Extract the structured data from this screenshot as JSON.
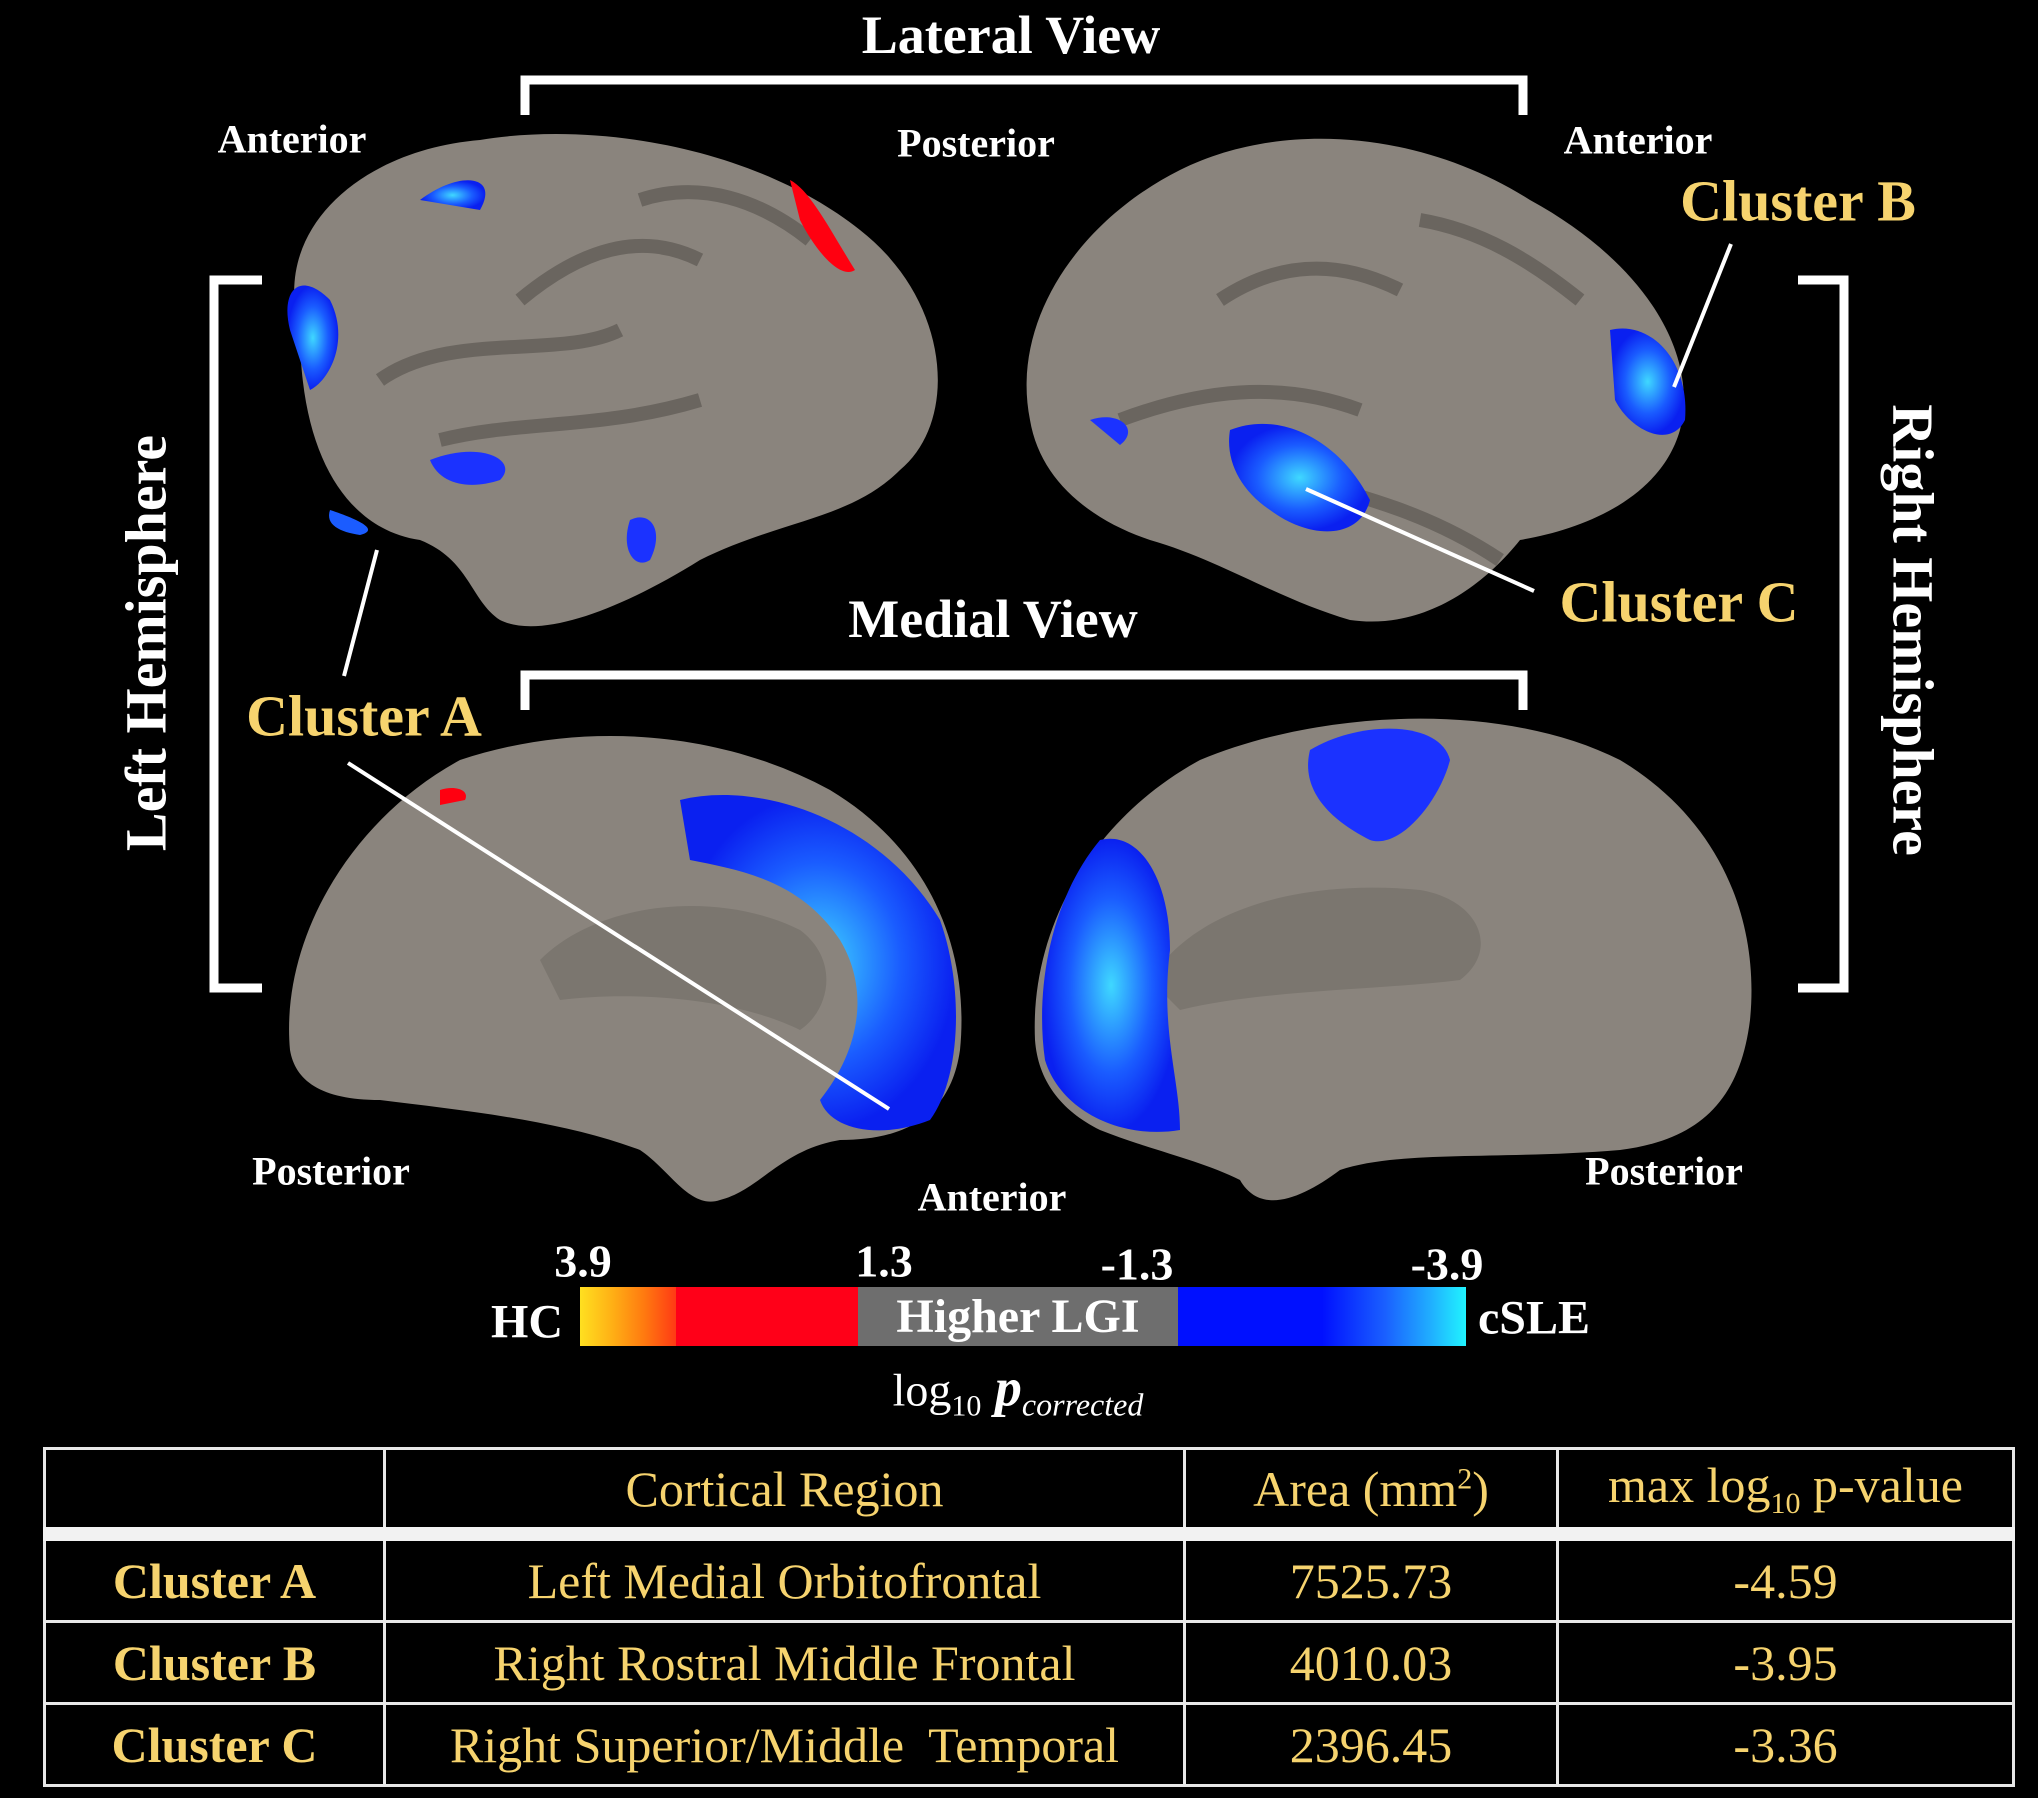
{
  "views": {
    "lateral": "Lateral View",
    "medial": "Medial View"
  },
  "directions": {
    "lateral_left_anterior": "Anterior",
    "lateral_posterior": "Posterior",
    "lateral_right_anterior": "Anterior",
    "medial_left_posterior": "Posterior",
    "medial_anterior": "Anterior",
    "medial_right_posterior": "Posterior"
  },
  "hemispheres": {
    "left": "Left Hemisphere",
    "right": "Right Hemisphere"
  },
  "clusters": {
    "a": "Cluster A",
    "b": "Cluster B",
    "c": "Cluster C"
  },
  "colorbar": {
    "ticks": [
      "3.9",
      "1.3",
      "-1.3",
      "-3.9"
    ],
    "left_label": "HC",
    "right_label": "cSLE",
    "center_label": "Higher LGI",
    "axis_label_base": "log",
    "axis_label_sub": "10",
    "axis_label_var": "p",
    "axis_label_varsub": "corrected",
    "colors": {
      "yellow": "#ffe020",
      "orange": "#ff8a10",
      "red": "#ff0018",
      "gray": "#6e6e6e",
      "blue": "#0010ff",
      "cyan": "#20f4ff"
    }
  },
  "table": {
    "headers": [
      "",
      "Cortical Region",
      "Area (mm",
      "2",
      ")",
      "max log",
      "10",
      " p-value"
    ],
    "rows": [
      {
        "cluster": "Cluster A",
        "region": "Left Medial Orbitofrontal",
        "area": "7525.73",
        "p": "-4.59"
      },
      {
        "cluster": "Cluster B",
        "region": "Right Rostral Middle Frontal",
        "area": "4010.03",
        "p": "-3.95"
      },
      {
        "cluster": "Cluster C",
        "region": "Right Superior/Middle  Temporal",
        "area": "2396.45",
        "p": "-3.36"
      }
    ]
  },
  "accent_color": "#f6d36e"
}
